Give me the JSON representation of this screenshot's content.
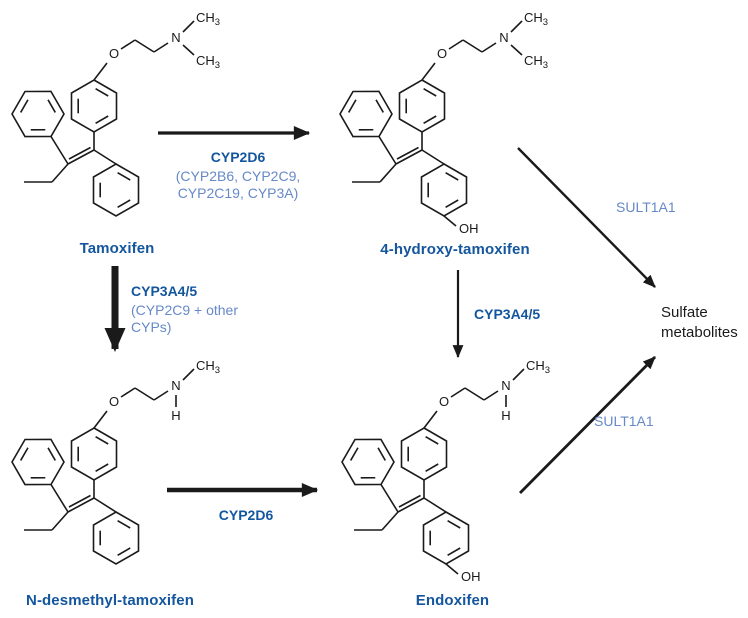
{
  "diagram": {
    "compounds": {
      "tamoxifen": "Tamoxifen",
      "four_hydroxy_tamoxifen": "4-hydroxy-tamoxifen",
      "n_desmethyl_tamoxifen": "N-desmethyl-tamoxifen",
      "endoxifen": "Endoxifen",
      "sulfate_line1": "Sulfate",
      "sulfate_line2": "metabolites"
    },
    "reactions": {
      "tam_to_4oh": {
        "enzyme": "CYP2D6",
        "secondary1": "(CYP2B6, CYP2C9,",
        "secondary2": "CYP2C19, CYP3A)"
      },
      "tam_to_ndm": {
        "enzyme": "CYP3A4/5",
        "secondary1": "(CYP2C9 + other",
        "secondary2": "CYPs)"
      },
      "fouroh_to_endoxifen": {
        "enzyme": "CYP3A4/5"
      },
      "ndm_to_endoxifen": {
        "enzyme": "CYP2D6"
      },
      "fouroh_to_sulfate": {
        "enzyme": "SULT1A1"
      },
      "endoxifen_to_sulfate": {
        "enzyme": "SULT1A1"
      }
    },
    "atoms": {
      "oxygen": "O",
      "nitrogen": "N",
      "hydrogen": "H",
      "hydroxyl": "OH",
      "methyl_prefix": "CH",
      "methyl_sub": "3"
    },
    "colors": {
      "primary_blue": "#14569e",
      "secondary_blue": "#6689c8",
      "structure_black": "#1a1a1a"
    }
  }
}
